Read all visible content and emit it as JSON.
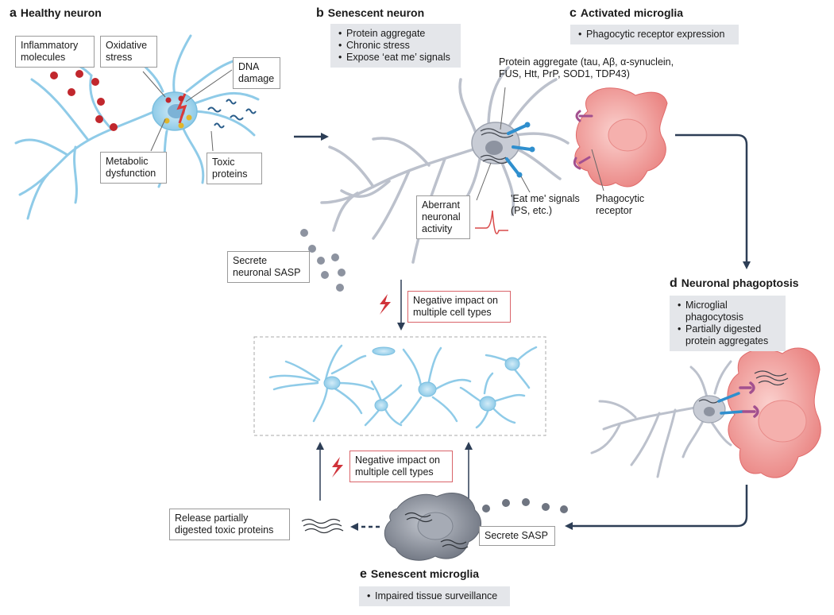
{
  "panels": {
    "a": {
      "letter": "a",
      "title": "Healthy neuron",
      "labels": {
        "inflammatory": "Inflammatory\nmolecules",
        "oxidative": "Oxidative\nstress",
        "dna": "DNA\ndamage",
        "metabolic": "Metabolic\ndysfunction",
        "toxic": "Toxic\nproteins"
      }
    },
    "b": {
      "letter": "b",
      "title": "Senescent neuron",
      "bullets": [
        "Protein aggregate",
        "Chronic stress",
        "Expose ‘eat me’ signals"
      ],
      "aggregate_label": "Protein aggregate (tau, Aβ, α-synuclein,\nFUS, Htt, PrP, SOD1, TDP43)",
      "aberrant_label": "Aberrant\nneuronal\nactivity",
      "eatme_label": "'Eat me' signals\n(PS, etc.)",
      "sasp_label": "Secrete\nneuronal SASP"
    },
    "c": {
      "letter": "c",
      "title": "Activated microglia",
      "bullets": [
        "Phagocytic receptor expression"
      ],
      "receptor_label": "Phagocytic\nreceptor"
    },
    "d": {
      "letter": "d",
      "title": "Neuronal phagoptosis",
      "bullets": [
        "Microglial phagocytosis",
        "Partially digested\nprotein aggregates"
      ]
    },
    "e": {
      "letter": "e",
      "title": "Senescent microglia",
      "bullets": [
        "Impaired tissue surveillance"
      ],
      "release_label": "Release partially\ndigested toxic proteins",
      "sasp_label": "Secrete SASP"
    }
  },
  "impact_top": "Negative impact on\nmultiple cell types",
  "impact_bottom": "Negative impact on\nmultiple cell types",
  "colors": {
    "healthy_neuron": "#8fcbe8",
    "senescent_neuron": "#bcc1cc",
    "microglia": "#f29a98",
    "senescent_microglia": "#858b96",
    "arrow": "#2d3e56",
    "molecule_red": "#c1272d",
    "eat_me_signal": "#2f8fce",
    "receptor": "#a2508f"
  }
}
